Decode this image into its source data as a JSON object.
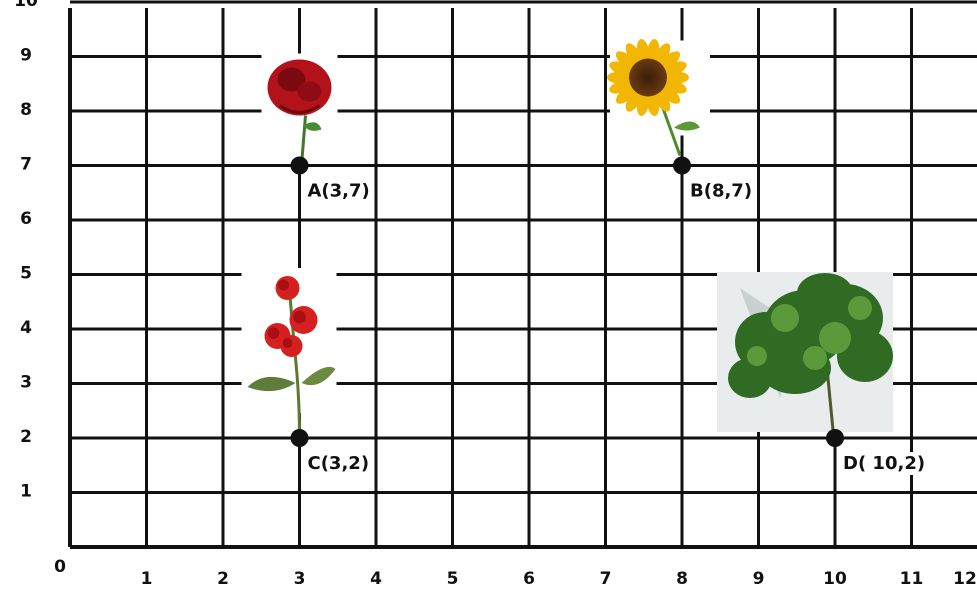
{
  "chart_data": {
    "type": "scatter",
    "x_ticks": [
      "0",
      "1",
      "2",
      "3",
      "4",
      "5",
      "6",
      "7",
      "8",
      "9",
      "10",
      "11",
      "12"
    ],
    "y_ticks": [
      "1",
      "2",
      "3",
      "4",
      "5",
      "6",
      "7",
      "8",
      "9",
      "10"
    ],
    "xlim": [
      0,
      12
    ],
    "ylim": [
      0,
      10
    ],
    "grid": true,
    "points": [
      {
        "label": "A(3,7)",
        "x": 3,
        "y": 7,
        "image": "red-rose",
        "color": "#b3121b"
      },
      {
        "label": "B(8,7)",
        "x": 8,
        "y": 7,
        "image": "sunflower",
        "color": "#f2b705"
      },
      {
        "label": "C(3,2)",
        "x": 3,
        "y": 2,
        "image": "red-flower-sprig",
        "color": "#d61f1f"
      },
      {
        "label": "D( 10,2)",
        "x": 10,
        "y": 2,
        "image": "green-shrub",
        "color": "#2f6b22"
      }
    ]
  }
}
